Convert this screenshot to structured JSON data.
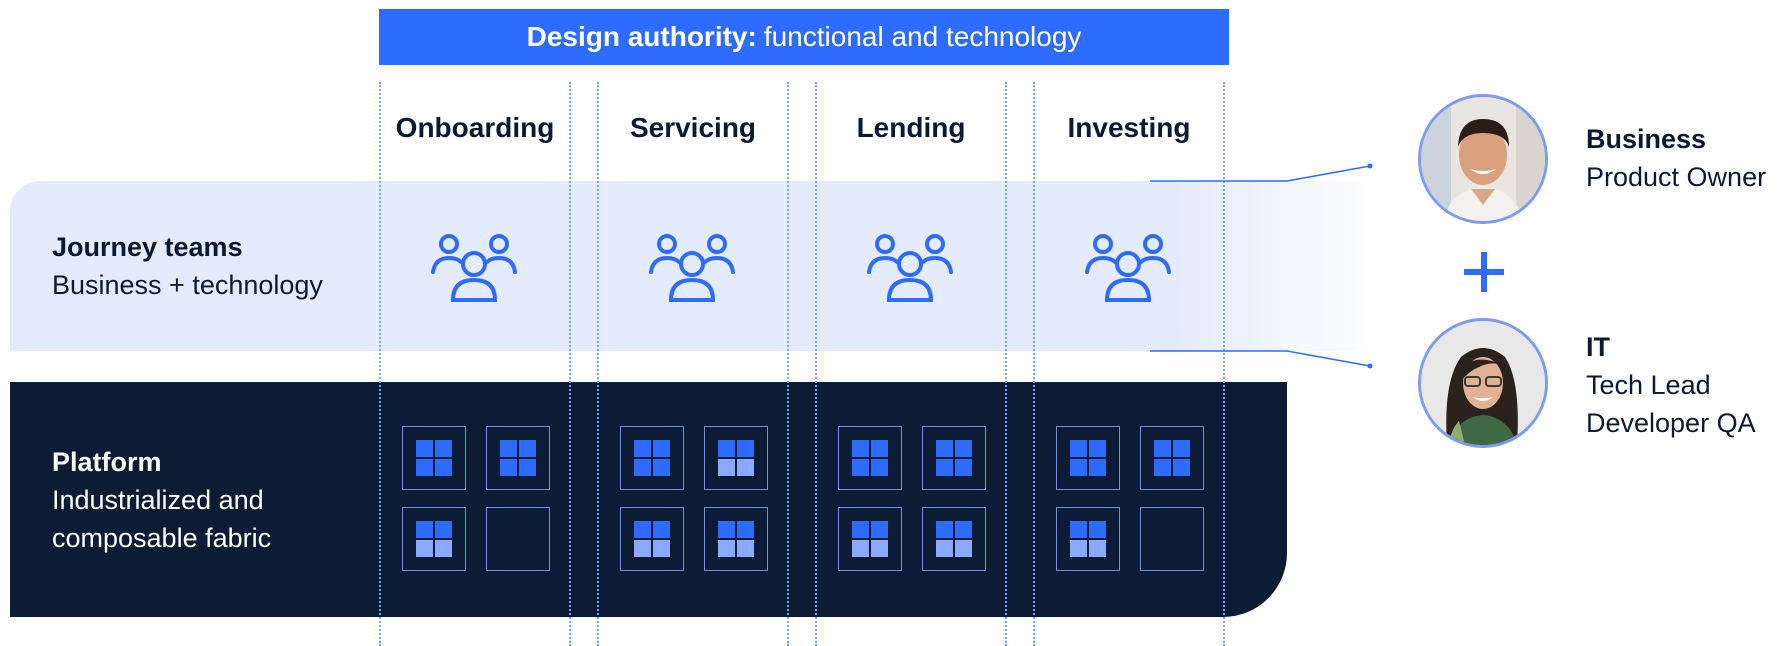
{
  "banner": {
    "bold": "Design authority:",
    "rest": "functional and technology"
  },
  "columns": [
    {
      "label": "Onboarding",
      "tiles": [
        "blue",
        "blue",
        "blue-light",
        "empty"
      ]
    },
    {
      "label": "Servicing",
      "tiles": [
        "blue",
        "mixed",
        "blue-light",
        "mixed"
      ]
    },
    {
      "label": "Lending",
      "tiles": [
        "blue",
        "blue",
        "blue-light",
        "blue-light"
      ]
    },
    {
      "label": "Investing",
      "tiles": [
        "blue",
        "blue",
        "blue-light",
        "empty"
      ]
    }
  ],
  "journey": {
    "title": "Journey teams",
    "subtitle": "Business + technology"
  },
  "platform": {
    "title": "Platform",
    "line1": "Industrialized and",
    "line2": "composable fabric"
  },
  "roles": {
    "business": {
      "title": "Business",
      "line1": "Product Owner"
    },
    "it": {
      "title": "IT",
      "line1": "Tech Lead",
      "line2": "Developer QA"
    }
  },
  "colors": {
    "accent": "#2e6bff",
    "navy": "#0c1c35",
    "band": "#e4ebfc",
    "light_blue": "#8aa9ff"
  }
}
